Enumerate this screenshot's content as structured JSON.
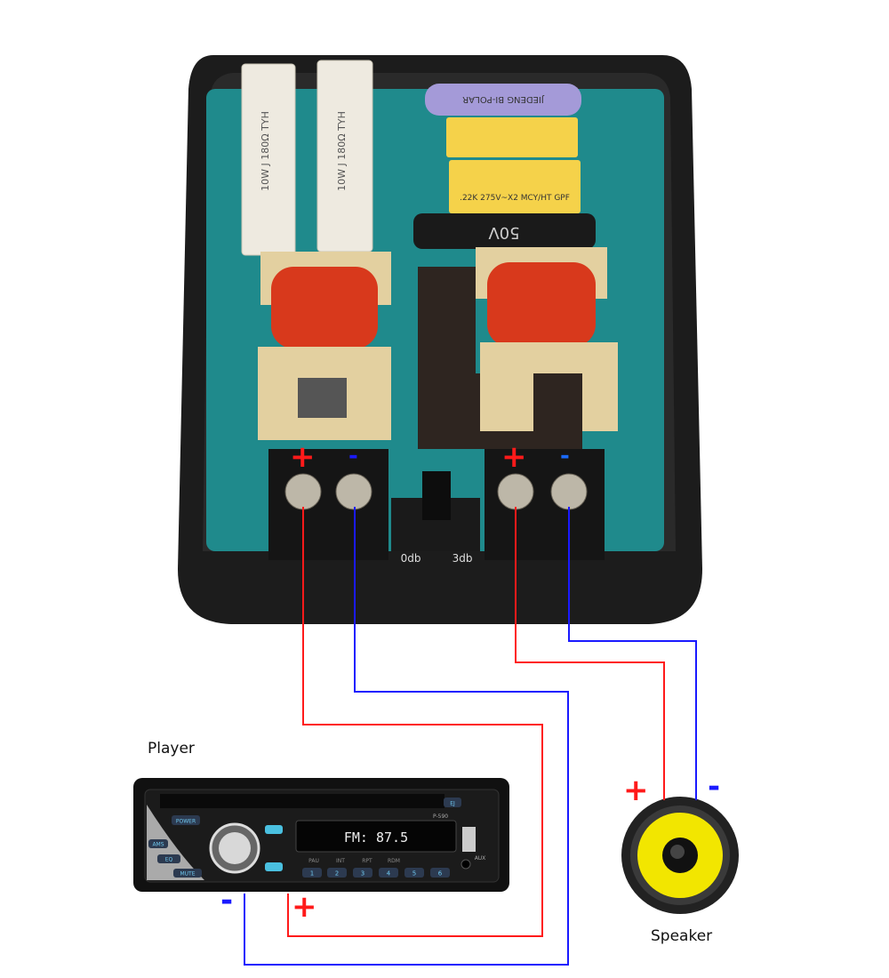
{
  "labels": {
    "player": "Player",
    "speaker": "Speaker"
  },
  "signs": {
    "plus": "+",
    "minus": "-"
  },
  "crossover": {
    "switch_options": [
      "0db",
      "3db"
    ],
    "resistor_text": "10W J 180Ω TYH",
    "capacitor_top_text": "JIEDENG BI-POLAR",
    "capacitor_yellow_text": ".22K 275V~X2 MCY/HT GPF",
    "capacitor_black_text": "50V"
  },
  "player": {
    "display": "FM: 87.5",
    "model": "P-590",
    "buttons": [
      "POWER",
      "AMS",
      "EQ",
      "MUTE",
      "EJ",
      "AUX"
    ],
    "preset_labels": [
      "PAU",
      "INT",
      "RPT",
      "RDM"
    ],
    "presets": [
      "1",
      "2",
      "3",
      "4",
      "5",
      "6"
    ]
  },
  "colors": {
    "positive_wire": "#ff1a1a",
    "negative_wire": "#1a1aff",
    "board": "#1f8a8c",
    "housing": "#1c1c1c",
    "speaker_cone": "#f2e600"
  }
}
